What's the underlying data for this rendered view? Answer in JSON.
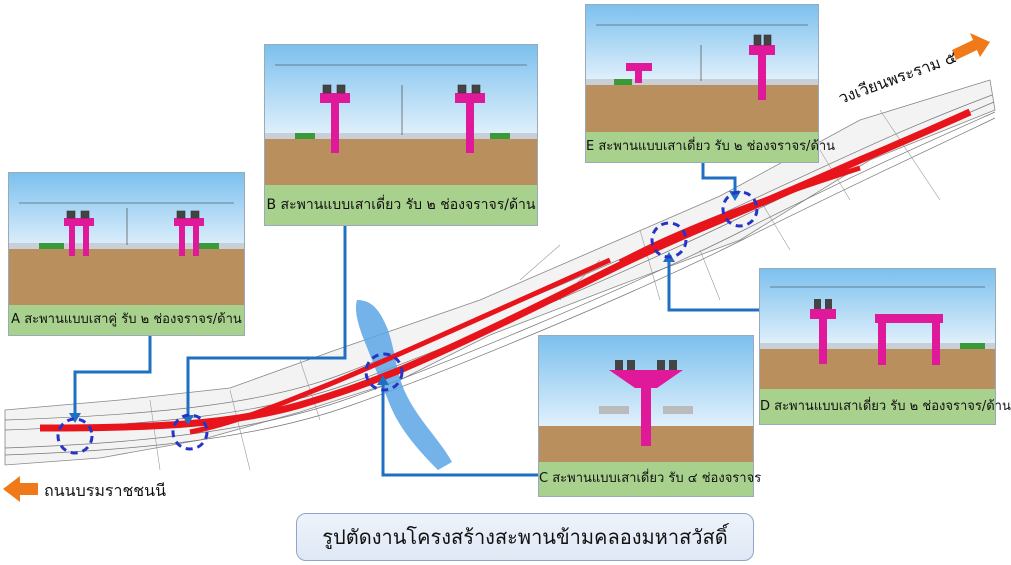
{
  "title": "รูปตัดงานโครงสร้างสะพานข้ามคลองมหาสวัสดิ์",
  "directions": {
    "left": "ถนนบรมราชชนนี",
    "right": "วงเวียนพระราม ๕"
  },
  "sections": {
    "a": "A สะพานแบบเสาคู่ รับ ๒ ช่องจราจร/ด้าน",
    "b": "B สะพานแบบเสาเดี่ยว รับ ๒ ช่องจราจร/ด้าน",
    "c": "C สะพานแบบเสาเดี่ยว รับ ๔ ช่องจราจร",
    "d": "D สะพานแบบเสาเดี่ยว รับ ๒ ช่องจราจร/ด้าน",
    "e": "E สะพานแบบเสาเดี่ยว รับ ๒ ช่องจราจร/ด้าน"
  },
  "colors": {
    "route": "#e8141b",
    "pier": "#e0199a",
    "callout": "#1f6fc2",
    "marker": "#2633c8",
    "river": "#5ba6e6",
    "arrow": "#f07a1a",
    "caption_bg": "#a9d18e",
    "soil": "#b98f5e",
    "sky": "#7cc0ee"
  },
  "icons": {
    "left_arrow": "arrow-left-icon",
    "right_arrow": "arrow-right-icon"
  }
}
